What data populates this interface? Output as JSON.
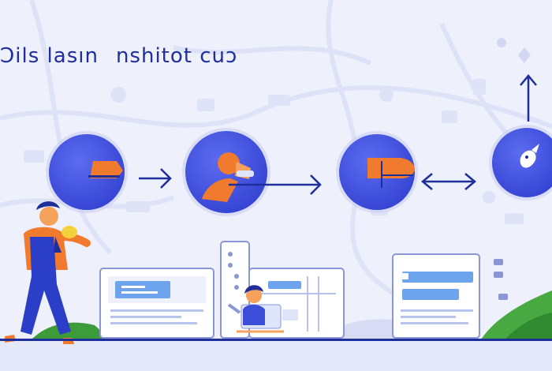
{
  "title": {
    "part1": "Ɔils lasın",
    "part2": "nshitot cuↄ"
  },
  "colors": {
    "background": "#eef0fb",
    "primary_blue": "#3b4ed8",
    "accent_orange": "#f07a2e",
    "navy": "#1e2e9a",
    "green": "#3e9b3a",
    "screen_highlight": "#6ea4ee"
  },
  "flow_nodes": [
    {
      "icon": "cloud-icon"
    },
    {
      "icon": "user-avatar-icon"
    },
    {
      "icon": "folder-icon"
    },
    {
      "icon": "bird-icon"
    }
  ],
  "arrows": [
    {
      "direction": "right"
    },
    {
      "direction": "right"
    },
    {
      "direction": "both"
    },
    {
      "direction": "up"
    }
  ],
  "devices": [
    {
      "type": "laptop-screen"
    },
    {
      "type": "tablet-screen"
    },
    {
      "type": "monitor-screen"
    }
  ],
  "characters": [
    {
      "name": "walking-person"
    },
    {
      "name": "sitting-person"
    }
  ]
}
